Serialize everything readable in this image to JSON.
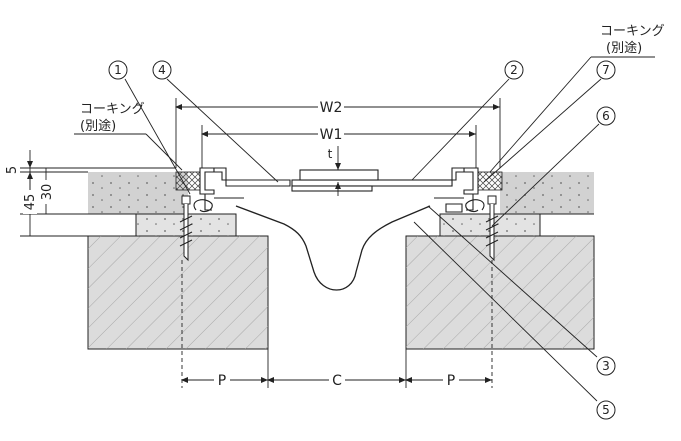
{
  "callouts": {
    "c1": "1",
    "c2": "2",
    "c3": "3",
    "c4": "4",
    "c5": "5",
    "c6": "6",
    "c7": "7"
  },
  "notes": {
    "caulking_left_line1": "コーキング",
    "caulking_left_line2": "(別途)",
    "caulking_right_line1": "コーキング",
    "caulking_right_line2": "(別途)"
  },
  "dimensions": {
    "w2": "W2",
    "w1": "W1",
    "t": "t",
    "d5": "5",
    "d30": "30",
    "d45": "45",
    "p_left": "P",
    "c": "C",
    "p_right": "P"
  },
  "colors": {
    "stroke": "#222222",
    "slab_fill": "#dcdcdc",
    "mortar_fill": "#e3e3e3",
    "finish_fill": "#cfcfcf",
    "caulk_fill": "#666666",
    "background": "#ffffff"
  }
}
